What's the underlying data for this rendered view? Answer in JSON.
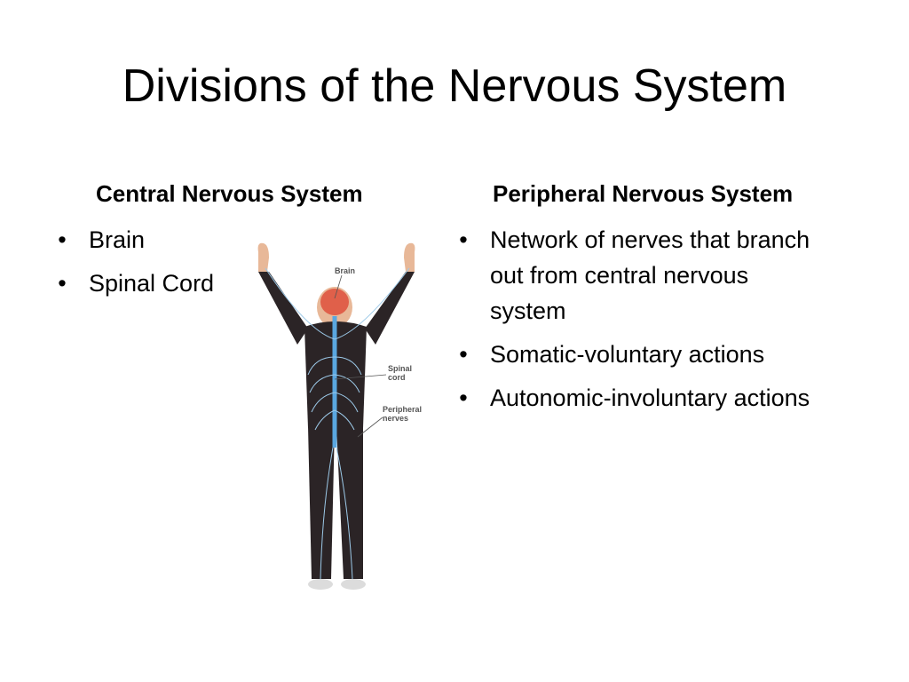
{
  "slide": {
    "title": "Divisions of the Nervous System"
  },
  "central": {
    "heading": "Central Nervous System",
    "items": [
      "Brain",
      "Spinal Cord"
    ]
  },
  "peripheral": {
    "heading": "Peripheral Nervous System",
    "items": [
      "Network of nerves that branch out from central nervous system",
      "Somatic-voluntary actions",
      "Autonomic-involuntary actions"
    ]
  },
  "figure": {
    "labels": {
      "brain": "Brain",
      "spinal_1": "Spinal",
      "spinal_2": "cord",
      "peripheral_1": "Peripheral",
      "peripheral_2": "nerves"
    },
    "colors": {
      "clothing": "#2b2426",
      "nerves": "#9cc9e8",
      "spine": "#5aa7e0",
      "brain": "#e0604a",
      "skin": "#e8b898"
    }
  },
  "bullet_glyph": "•"
}
